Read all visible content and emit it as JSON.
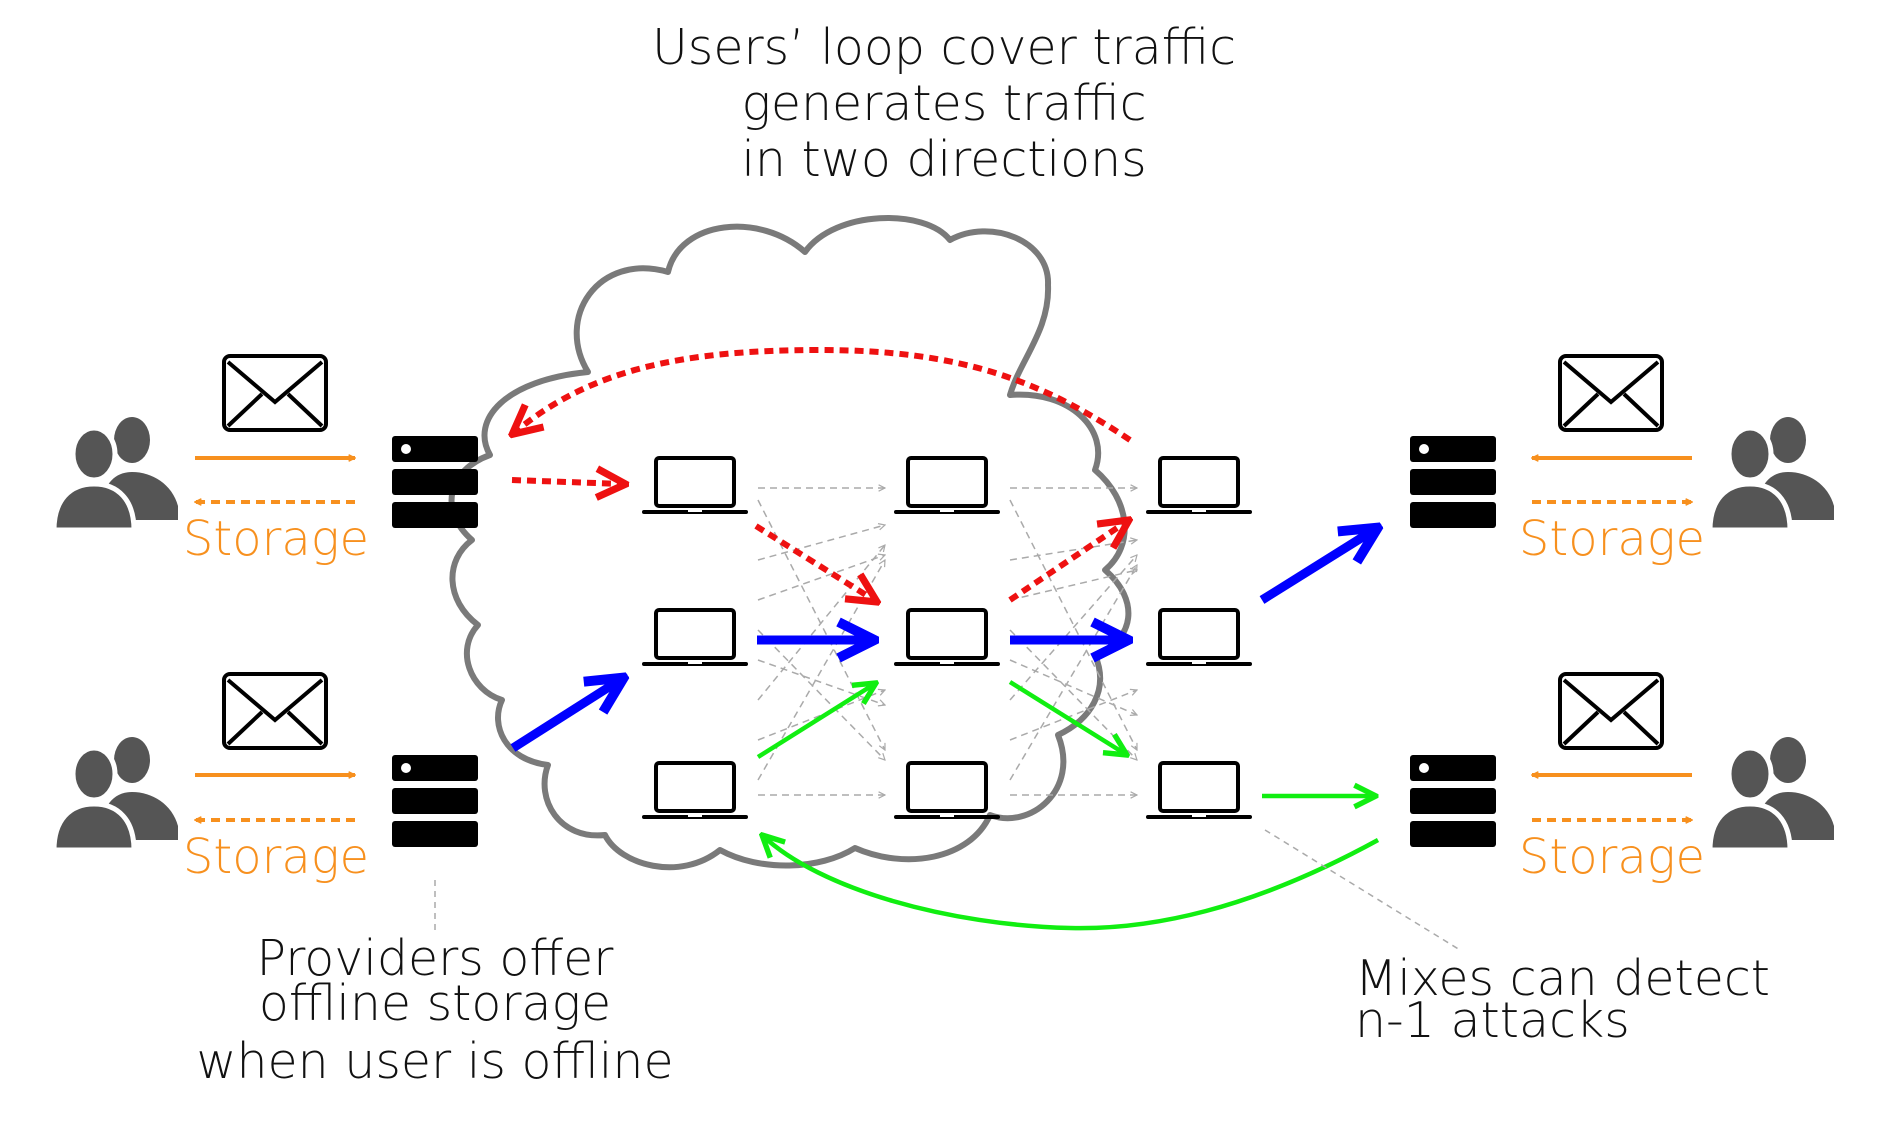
{
  "title_lines": [
    "Users’ loop cover traffic",
    "generates traffic",
    "in two directions"
  ],
  "providers_note_lines": [
    "Providers offer",
    "offline storage",
    "when user is offline"
  ],
  "mixes_note_lines": [
    "Mixes can detect",
    "n-1 attacks"
  ],
  "storage_label": "Storage",
  "colors": {
    "orange": "#f7901e",
    "red": "#ee1111",
    "blue": "#0000ff",
    "green": "#11ee11",
    "gray_dashed": "#aaaaaa",
    "cloud_stroke": "#7a7a7a",
    "icon_dark": "#555555"
  },
  "icons": [
    "users-icon",
    "envelope-icon",
    "server-icon",
    "laptop-icon",
    "cloud-shape"
  ]
}
